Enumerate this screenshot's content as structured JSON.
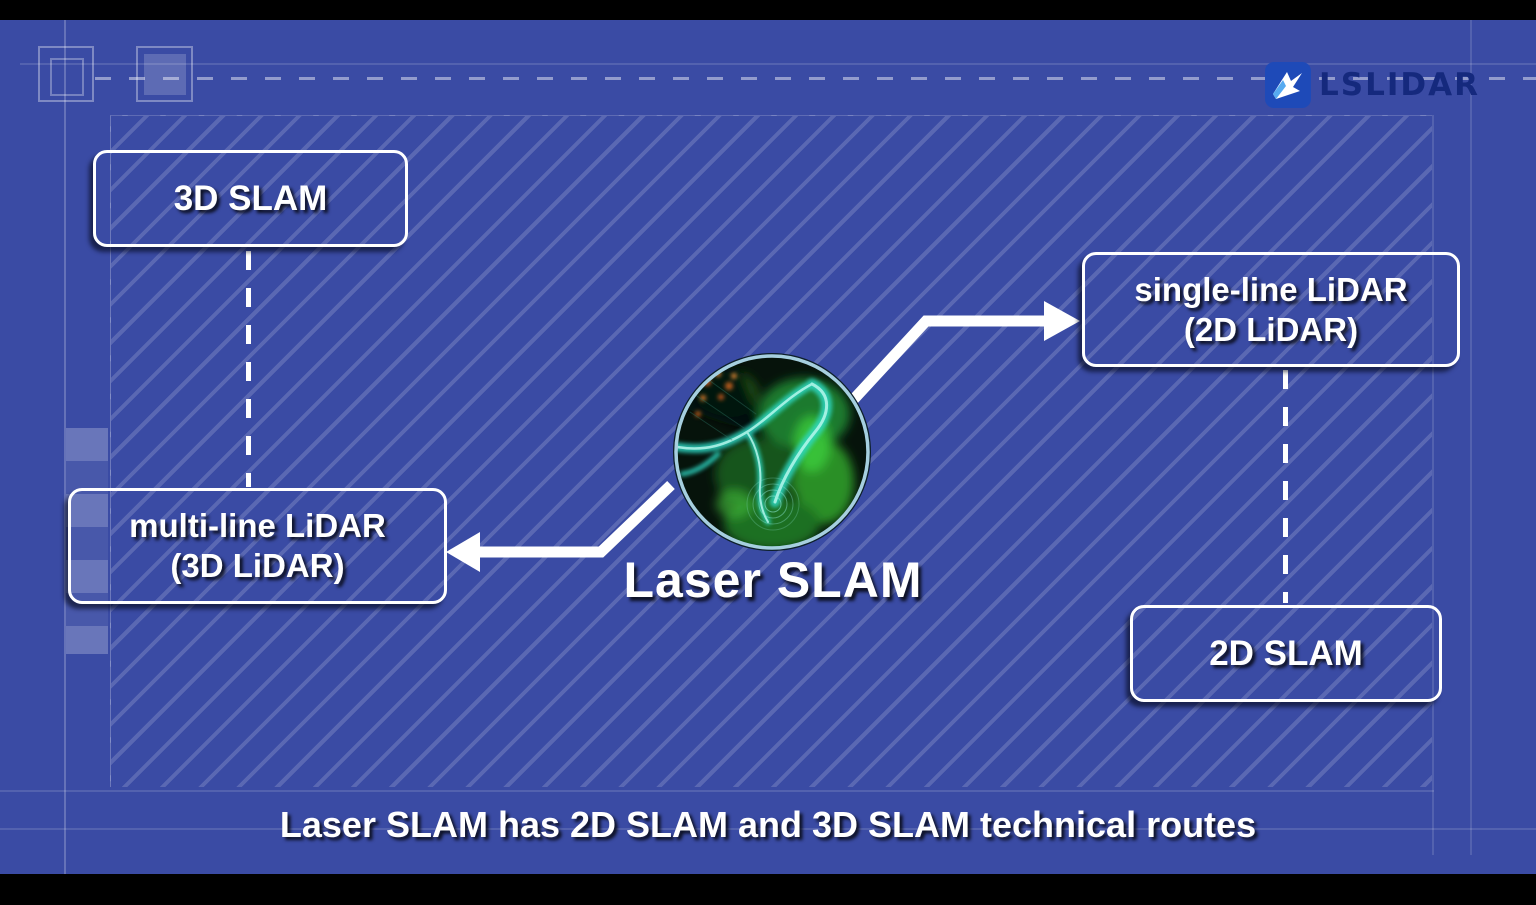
{
  "logo": {
    "text": "LSLIDAR",
    "icon": "lslidar-bolt-icon"
  },
  "nodes": {
    "top_left": {
      "label": "3D SLAM"
    },
    "right": {
      "line1": "single-line LiDAR",
      "line2": "(2D LiDAR)"
    },
    "left": {
      "line1": "multi-line LiDAR",
      "line2": "(3D LiDAR)"
    },
    "bottom_right": {
      "label": "2D SLAM"
    }
  },
  "center": {
    "label": "Laser SLAM",
    "image": "lidar-pointcloud-aerial-view"
  },
  "caption": "Laser SLAM has 2D SLAM and 3D SLAM technical routes",
  "colors": {
    "background": "#3a4ba4",
    "hatch_line": "#5e6fbb",
    "box_border": "#ffffff",
    "text": "#ffffff",
    "logo_text": "#15297d",
    "black_bar": "#000000",
    "pointcloud_teal": "#2fd8c4",
    "pointcloud_green": "#2a8f28",
    "pointcloud_ring": "#a6cfdf"
  }
}
